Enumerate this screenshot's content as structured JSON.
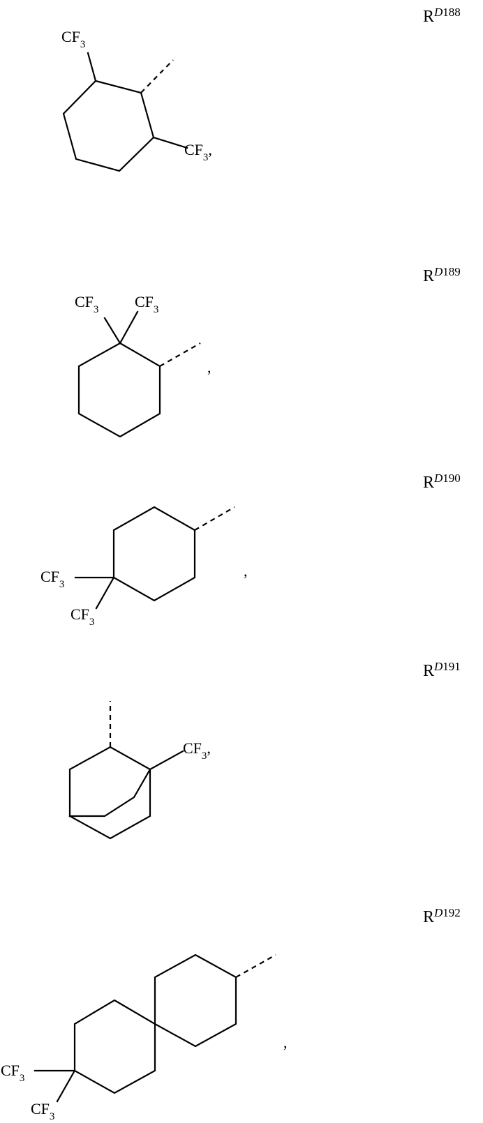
{
  "structures": [
    {
      "id": "RD188",
      "label_prefix": "R",
      "label_sup_letter": "D",
      "label_sup_num": "188",
      "groups": [
        "CF3",
        "CF3"
      ],
      "trailing": ","
    },
    {
      "id": "RD189",
      "label_prefix": "R",
      "label_sup_letter": "D",
      "label_sup_num": "189",
      "groups": [
        "CF3",
        "CF3"
      ],
      "trailing": ","
    },
    {
      "id": "RD190",
      "label_prefix": "R",
      "label_sup_letter": "D",
      "label_sup_num": "190",
      "groups": [
        "CF3",
        "CF3"
      ],
      "trailing": ","
    },
    {
      "id": "RD191",
      "label_prefix": "R",
      "label_sup_letter": "D",
      "label_sup_num": "191",
      "groups": [
        "CF3"
      ],
      "trailing": ","
    },
    {
      "id": "RD192",
      "label_prefix": "R",
      "label_sup_letter": "D",
      "label_sup_num": "192",
      "groups": [
        "CF3",
        "CF3"
      ],
      "trailing": ","
    }
  ],
  "text": {
    "cf": "CF",
    "three": "3",
    "comma": ","
  }
}
